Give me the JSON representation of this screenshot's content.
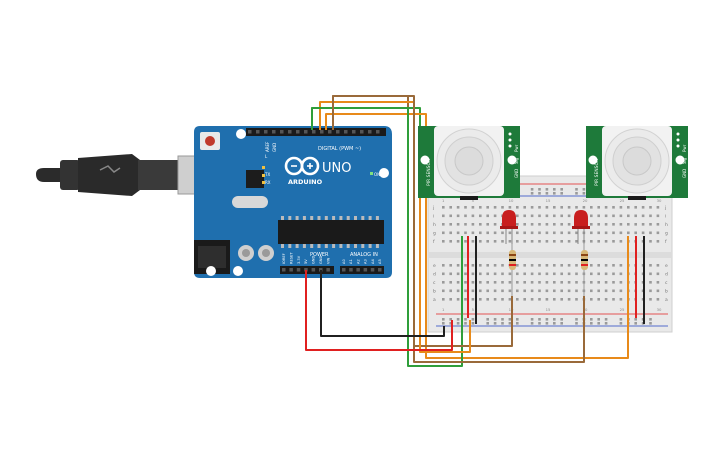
{
  "arduino": {
    "brand": "ARDUINO",
    "model": "UNO",
    "digital_label": "DIGITAL (PWM ~)",
    "power_label": "POWER",
    "analog_label": "ANALOG IN",
    "aref": "AREF",
    "gnd": "GND",
    "tx": "TX",
    "rx": "RX",
    "l": "L",
    "on": "ON",
    "power_pins": [
      "IOREF",
      "RESET",
      "3.3V",
      "5V",
      "GND",
      "GND",
      "VIN"
    ],
    "analog_pins": [
      "A0",
      "A1",
      "A2",
      "A3",
      "A4",
      "A5"
    ]
  },
  "pir_sensor_1": {
    "title": "PIR SENSOR",
    "pins": [
      "GND",
      "Sig",
      "Pwr"
    ]
  },
  "pir_sensor_2": {
    "title": "PIR SENSOR",
    "pins": [
      "GND",
      "Sig",
      "Pwr"
    ]
  },
  "breadboard": {
    "row_letters_top": [
      "j",
      "i",
      "h",
      "g",
      "f"
    ],
    "row_letters_bottom": [
      "e",
      "d",
      "c",
      "b",
      "a"
    ],
    "column_numbers": [
      "1",
      "5",
      "10",
      "15",
      "20",
      "25",
      "30"
    ]
  },
  "colors": {
    "board": "#1f6fae",
    "board_dark": "#17598e",
    "pir": "#1e7a3a",
    "wire_red": "#e02020",
    "wire_black": "#202020",
    "wire_green": "#2f9e3a",
    "wire_orange": "#e88a1a",
    "wire_brown": "#9a6a3a",
    "led": "#c81e1e"
  }
}
